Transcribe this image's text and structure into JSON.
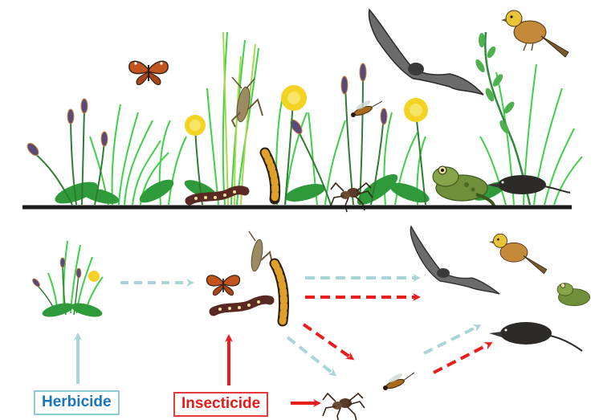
{
  "labels": {
    "herbicide": "Herbicide",
    "insecticide": "Insecticide"
  },
  "colors": {
    "herbicide_arrow": "#a9d5d9",
    "insecticide_arrow": "#ea1c1c",
    "ground_line": "#1a1a1a",
    "grass": "#44d24a",
    "dandelion": "#f1d21c"
  },
  "scene": {
    "top_panel": [
      "butterfly",
      "grasshopper",
      "caterpillar-dark",
      "caterpillar-striped",
      "spider",
      "fly",
      "dandelion",
      "plantain",
      "frog",
      "shrew",
      "bat",
      "bunting-bird"
    ],
    "food_web": {
      "plants": [
        "grass",
        "dandelion",
        "plantain"
      ],
      "herbivores": [
        "butterfly",
        "grasshopper",
        "caterpillar-dark",
        "caterpillar-striped"
      ],
      "predators": [
        "spider",
        "fly"
      ],
      "top_predators": [
        "bat",
        "bunting-bird",
        "frog",
        "shrew"
      ]
    }
  }
}
